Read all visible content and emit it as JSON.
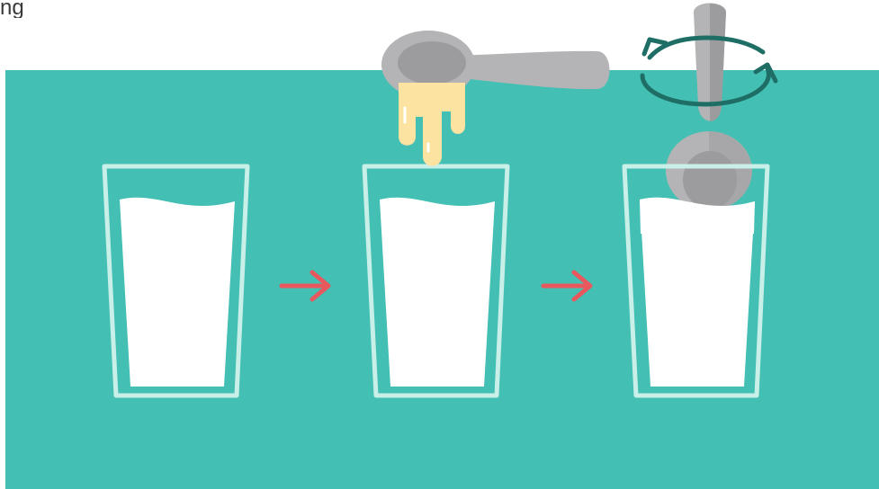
{
  "caption": {
    "text": "ng"
  },
  "colors": {
    "background": "#43bfb3",
    "glass_outline": "#c9efe9",
    "milk": "#ffffff",
    "arrow": "#e8585d",
    "spoon_light": "#b4b4b6",
    "spoon_dark": "#9c9c9e",
    "honey": "#fde3a1",
    "stir_arrow": "#1f6e66"
  },
  "steps": [
    {
      "name": "plain-milk"
    },
    {
      "name": "add-honey"
    },
    {
      "name": "stir"
    }
  ],
  "icons": {
    "step_arrow": "right-arrow-icon",
    "stir": "rotate-arrows-icon",
    "spoon": "spoon-icon",
    "honey": "honey-drip-icon"
  }
}
